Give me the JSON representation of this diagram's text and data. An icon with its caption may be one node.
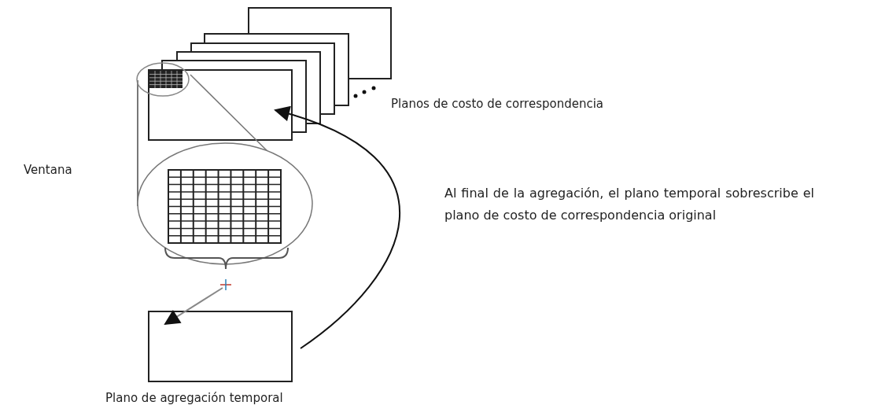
{
  "diagram": {
    "nodes": [
      {
        "text": [],
        "shape": "box"
      },
      {
        "text": [],
        "shape": "box",
        "beside": [
          "Plano de agregación temporal"
        ]
      },
      {
        "text": [],
        "shape": "cross"
      }
    ],
    "edges": [
      {
        "from": 2,
        "to": 1,
        "arrow": "to",
        "color": "#888888"
      },
      {
        "from": 1,
        "to": 0,
        "arrow": "to",
        "color": "#111111"
      }
    ],
    "labels": [
      "Planos de costo de correspondencia",
      "Ventana",
      "Al final de la agregación, el plano temporal sobrescribe el plano de costo de correspondencia original"
    ]
  }
}
